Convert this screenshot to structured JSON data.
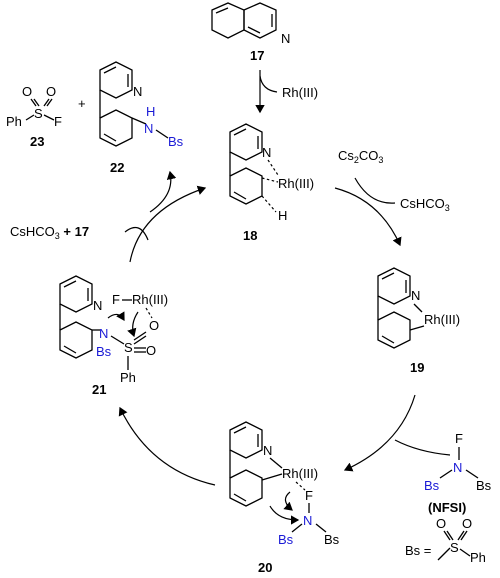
{
  "labels": {
    "c17": "17",
    "c18": "18",
    "c19": "19",
    "c20": "20",
    "c21": "21",
    "c22": "22",
    "c23": "23",
    "rh": "Rh(III)",
    "n": "N",
    "h": "H",
    "f": "F",
    "o": "O",
    "s": "S",
    "ph": "Ph",
    "bs": "Bs",
    "nh": "NH",
    "plus": "+",
    "eq": "Bs =",
    "nfsi": "NFSI",
    "cs2co3_a": "Cs",
    "cs2co3_b": "2",
    "cs2co3_c": "CO",
    "cs2co3_d": "3",
    "cshco3_a": "CsHCO",
    "cshco3_b": "3",
    "rh_arrow": "Rh(III)",
    "cshco3_17_a": "CsHCO",
    "cshco3_17_b": "3",
    "cshco3_17_c": " +  17"
  }
}
